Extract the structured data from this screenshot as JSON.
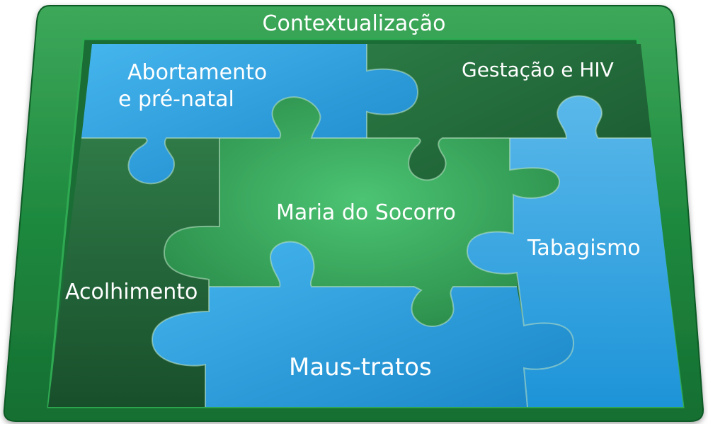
{
  "frame": {
    "title": "Contextualização",
    "color_outer": "#1f7a3c",
    "color_inner": "#2f9a4e"
  },
  "pieces": {
    "top_left": {
      "label_lines": [
        "Abortamento",
        "e pré-natal"
      ],
      "color": "#1f9ad8"
    },
    "top_right": {
      "label_lines": [
        "Gestação e HIV"
      ],
      "color": "#236a3a"
    },
    "center": {
      "label_lines": [
        "Maria do Socorro"
      ],
      "color": "#3bab63"
    },
    "left": {
      "label_lines": [
        "Acolhimento"
      ],
      "color": "#1e5f34"
    },
    "right": {
      "label_lines": [
        "Tabagismo"
      ],
      "color": "#38a6e0"
    },
    "bottom": {
      "label_lines": [
        "Maus-tratos"
      ],
      "color": "#2a9be0"
    }
  }
}
